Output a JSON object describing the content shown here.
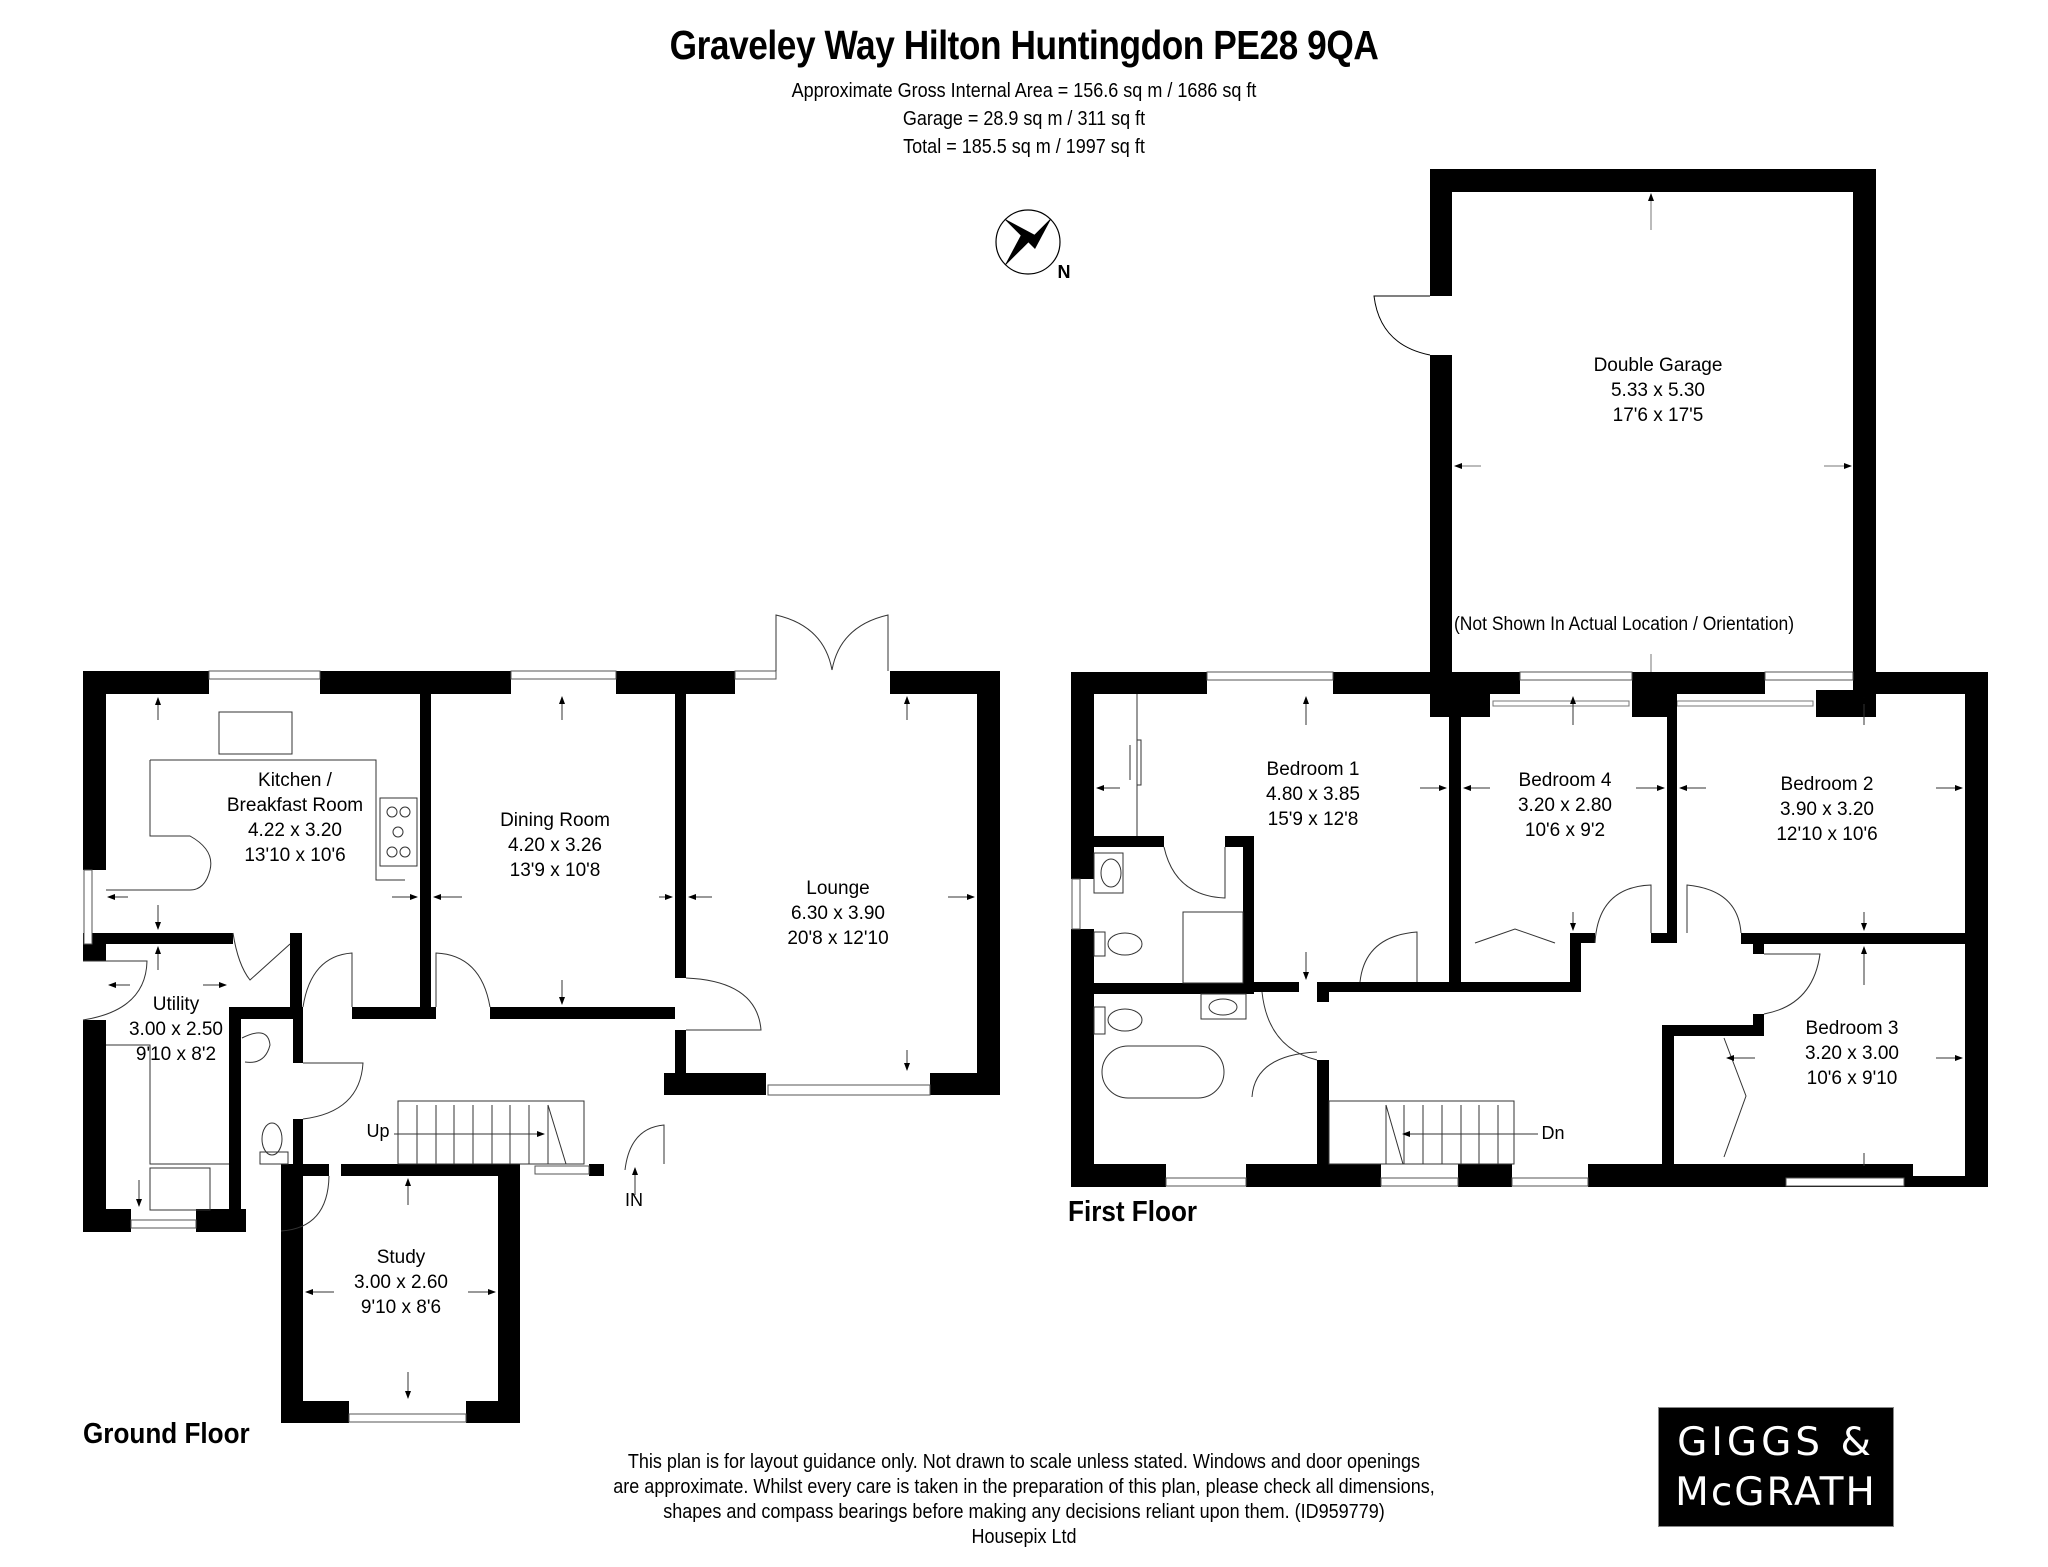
{
  "header": {
    "title": "Graveley Way Hilton Huntingdon PE28 9QA",
    "area_lines": [
      "Approximate Gross Internal Area = 156.6 sq m / 1686 sq ft",
      "Garage = 28.9 sq m / 311 sq ft",
      "Total = 185.5 sq m / 1997 sq ft"
    ]
  },
  "compass": {
    "icon": "compass-rose-icon",
    "label": "N"
  },
  "garage": {
    "name": "Double Garage",
    "metric": "5.33 x 5.30",
    "imperial": "17'6 x 17'5",
    "note": "(Not Shown In Actual Location / Orientation)"
  },
  "ground_floor": {
    "label": "Ground Floor",
    "rooms": [
      {
        "name": "Kitchen /",
        "name2": "Breakfast Room",
        "metric": "4.22 x 3.20",
        "imperial": "13'10 x 10'6"
      },
      {
        "name": "Dining Room",
        "metric": "4.20 x 3.26",
        "imperial": "13'9 x 10'8"
      },
      {
        "name": "Lounge",
        "metric": "6.30 x 3.90",
        "imperial": "20'8 x 12'10"
      },
      {
        "name": "Utility",
        "metric": "3.00 x 2.50",
        "imperial": "9'10 x 8'2"
      },
      {
        "name": "Study",
        "metric": "3.00 x 2.60",
        "imperial": "9'10 x 8'6"
      }
    ],
    "stairs_label": "Up",
    "entrance_label": "IN"
  },
  "first_floor": {
    "label": "First Floor",
    "rooms": [
      {
        "name": "Bedroom 1",
        "metric": "4.80 x 3.85",
        "imperial": "15'9 x 12'8"
      },
      {
        "name": "Bedroom 4",
        "metric": "3.20 x 2.80",
        "imperial": "10'6 x 9'2"
      },
      {
        "name": "Bedroom 2",
        "metric": "3.90 x 3.20",
        "imperial": "12'10 x 10'6"
      },
      {
        "name": "Bedroom 3",
        "metric": "3.20 x 3.00",
        "imperial": "10'6 x 9'10"
      }
    ],
    "stairs_label": "Dn"
  },
  "disclaimer": {
    "lines": [
      "This plan is for layout guidance only. Not drawn to scale unless stated. Windows and door openings",
      "are approximate. Whilst every care is taken in the preparation of this plan, please check all dimensions,",
      "shapes and compass bearings before making any decisions reliant upon them. (ID959779)",
      "Housepix Ltd"
    ]
  },
  "logo": {
    "line1": "GIGGS &",
    "line2": "McGRATH"
  },
  "colors": {
    "wall": "#000000",
    "background": "#ffffff",
    "fixture_line": "#555555"
  }
}
